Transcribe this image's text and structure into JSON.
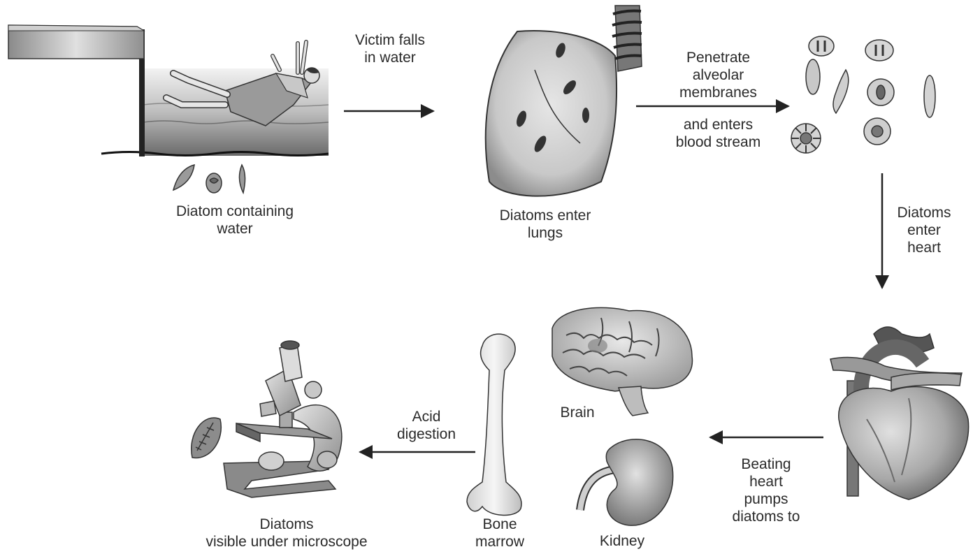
{
  "labels": {
    "victim_falls": "Victim falls\nin water",
    "diatom_water": "Diatom containing\nwater",
    "enter_lungs": "Diatoms enter\nlungs",
    "penetrate": "Penetrate\nalveolar\nmembranes",
    "blood_stream": "and enters\nblood stream",
    "enter_heart": "Diatoms\nenter\nheart",
    "beating_heart": "Beating\nheart\npumps\ndiatoms to",
    "brain": "Brain",
    "kidney": "Kidney",
    "bone_marrow": "Bone\nmarrow",
    "acid_digestion": "Acid\ndigestion",
    "microscope": "Diatoms\nvisible under microscope"
  },
  "icons": [
    "drowning-scene-icon",
    "lung-icon",
    "diatom-cells-icon",
    "heart-icon",
    "brain-icon",
    "kidney-icon",
    "bone-icon",
    "microscope-icon",
    "diatom-slide-icon"
  ]
}
